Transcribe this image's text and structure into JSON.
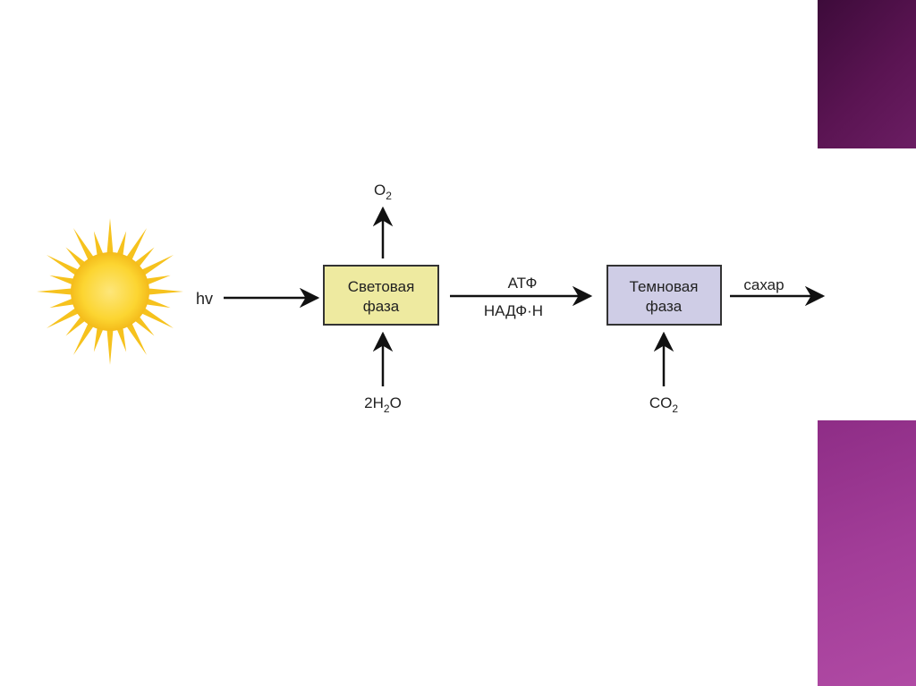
{
  "diagram": {
    "input_light": "hv",
    "light_phase": {
      "line1": "Световая",
      "line2": "фаза"
    },
    "dark_phase": {
      "line1": "Темновая",
      "line2": "фаза"
    },
    "oxygen": {
      "base": "O",
      "sub": "2"
    },
    "water": {
      "prefix": "2H",
      "sub": "2",
      "suffix": "O"
    },
    "carbon_dioxide": {
      "base": "CO",
      "sub": "2"
    },
    "atp": "АТФ",
    "nadph": "НАДФ·Н",
    "sugar": "сахар",
    "colors": {
      "light_box": "#eeeaa0",
      "dark_box": "#cfcde6",
      "sun_core": "#fcd531",
      "sun_rays": "#f6c21d",
      "deco_top": "#5a1452",
      "deco_bottom": "#a23d98"
    }
  }
}
